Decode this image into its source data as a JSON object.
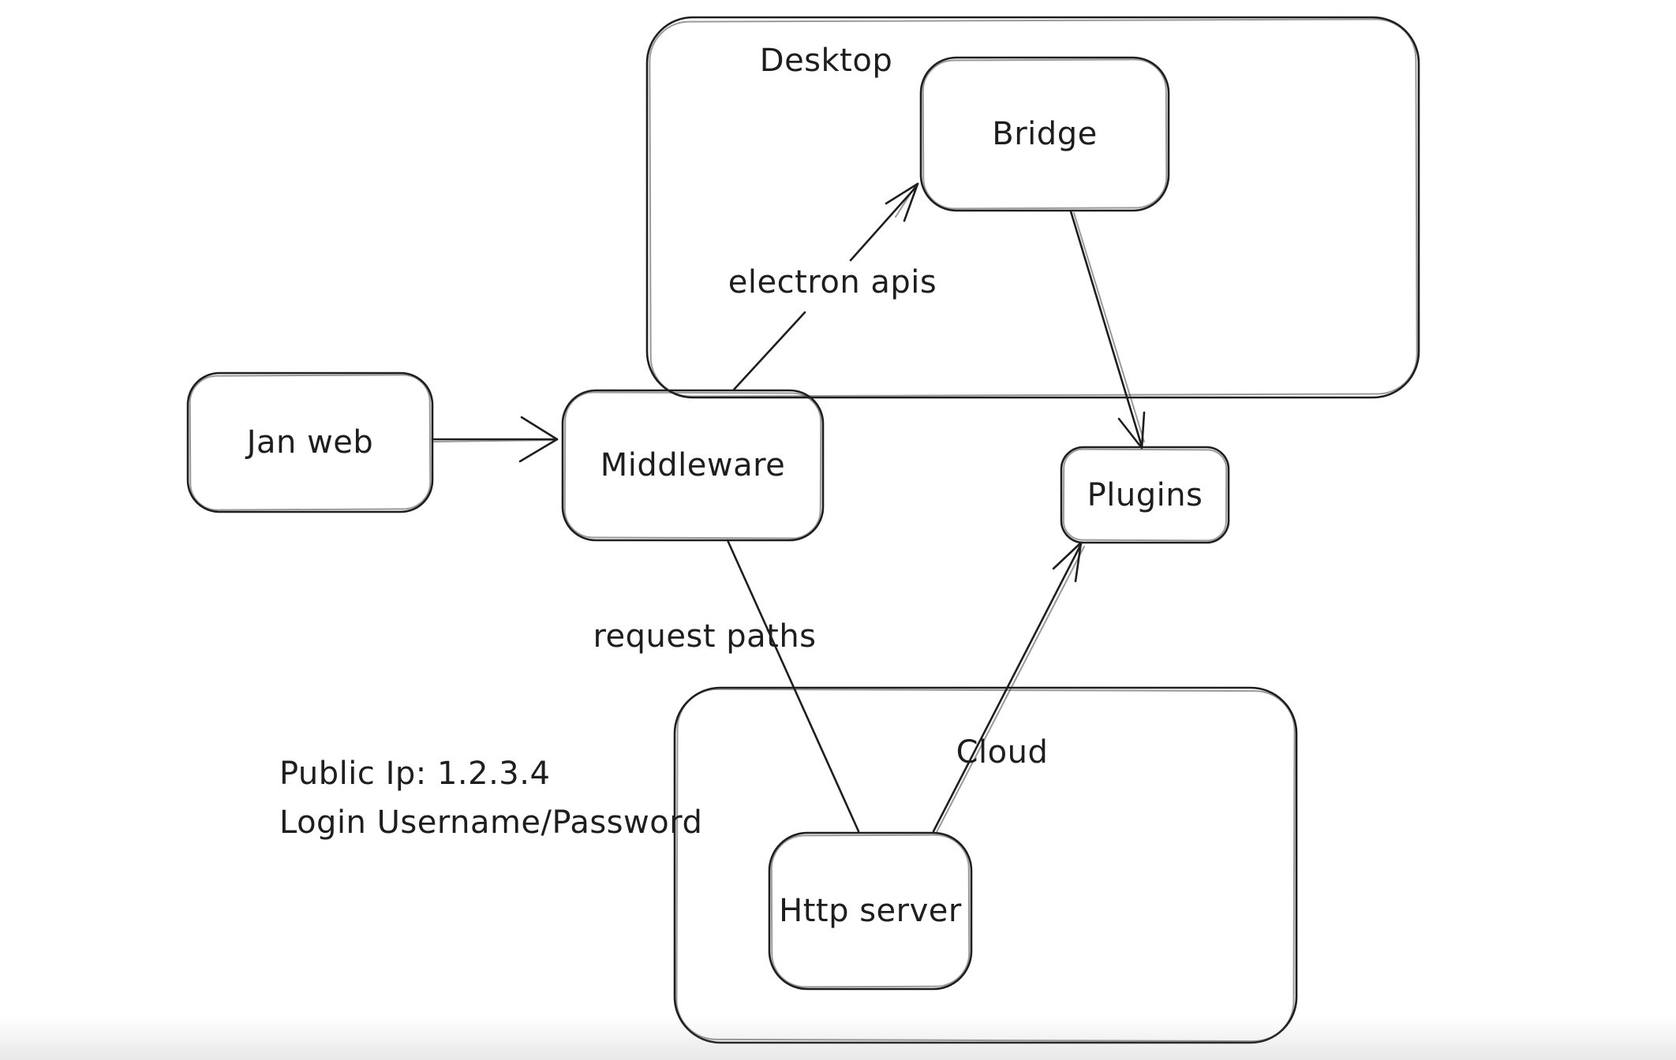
{
  "app": {
    "colors": {
      "stroke": "#1e1e1e",
      "background": "#ffffff",
      "bottom_fade": "#ececec"
    }
  },
  "diagram": {
    "containers": [
      {
        "id": "desktop",
        "label": "Desktop"
      },
      {
        "id": "cloud",
        "label": "Cloud"
      }
    ],
    "nodes": [
      {
        "id": "jan-web",
        "label": "Jan web"
      },
      {
        "id": "middleware",
        "label": "Middleware"
      },
      {
        "id": "bridge",
        "label": "Bridge"
      },
      {
        "id": "plugins",
        "label": "Plugins"
      },
      {
        "id": "http-server",
        "label": "Http server"
      }
    ],
    "edges": [
      {
        "id": "jan-web-to-middleware",
        "from": "jan-web",
        "to": "middleware",
        "label": ""
      },
      {
        "id": "middleware-to-bridge",
        "from": "middleware",
        "to": "bridge",
        "label": "electron apis"
      },
      {
        "id": "bridge-to-plugins",
        "from": "bridge",
        "to": "plugins",
        "label": ""
      },
      {
        "id": "middleware-to-http-server",
        "from": "middleware",
        "to": "http-server",
        "label": "request paths"
      },
      {
        "id": "http-server-to-plugins",
        "from": "http-server",
        "to": "plugins",
        "label": ""
      }
    ],
    "annotations": [
      {
        "id": "public-ip-note",
        "text": "Public Ip: 1.2.3.4"
      },
      {
        "id": "login-note",
        "text": "Login Username/Password"
      }
    ]
  }
}
